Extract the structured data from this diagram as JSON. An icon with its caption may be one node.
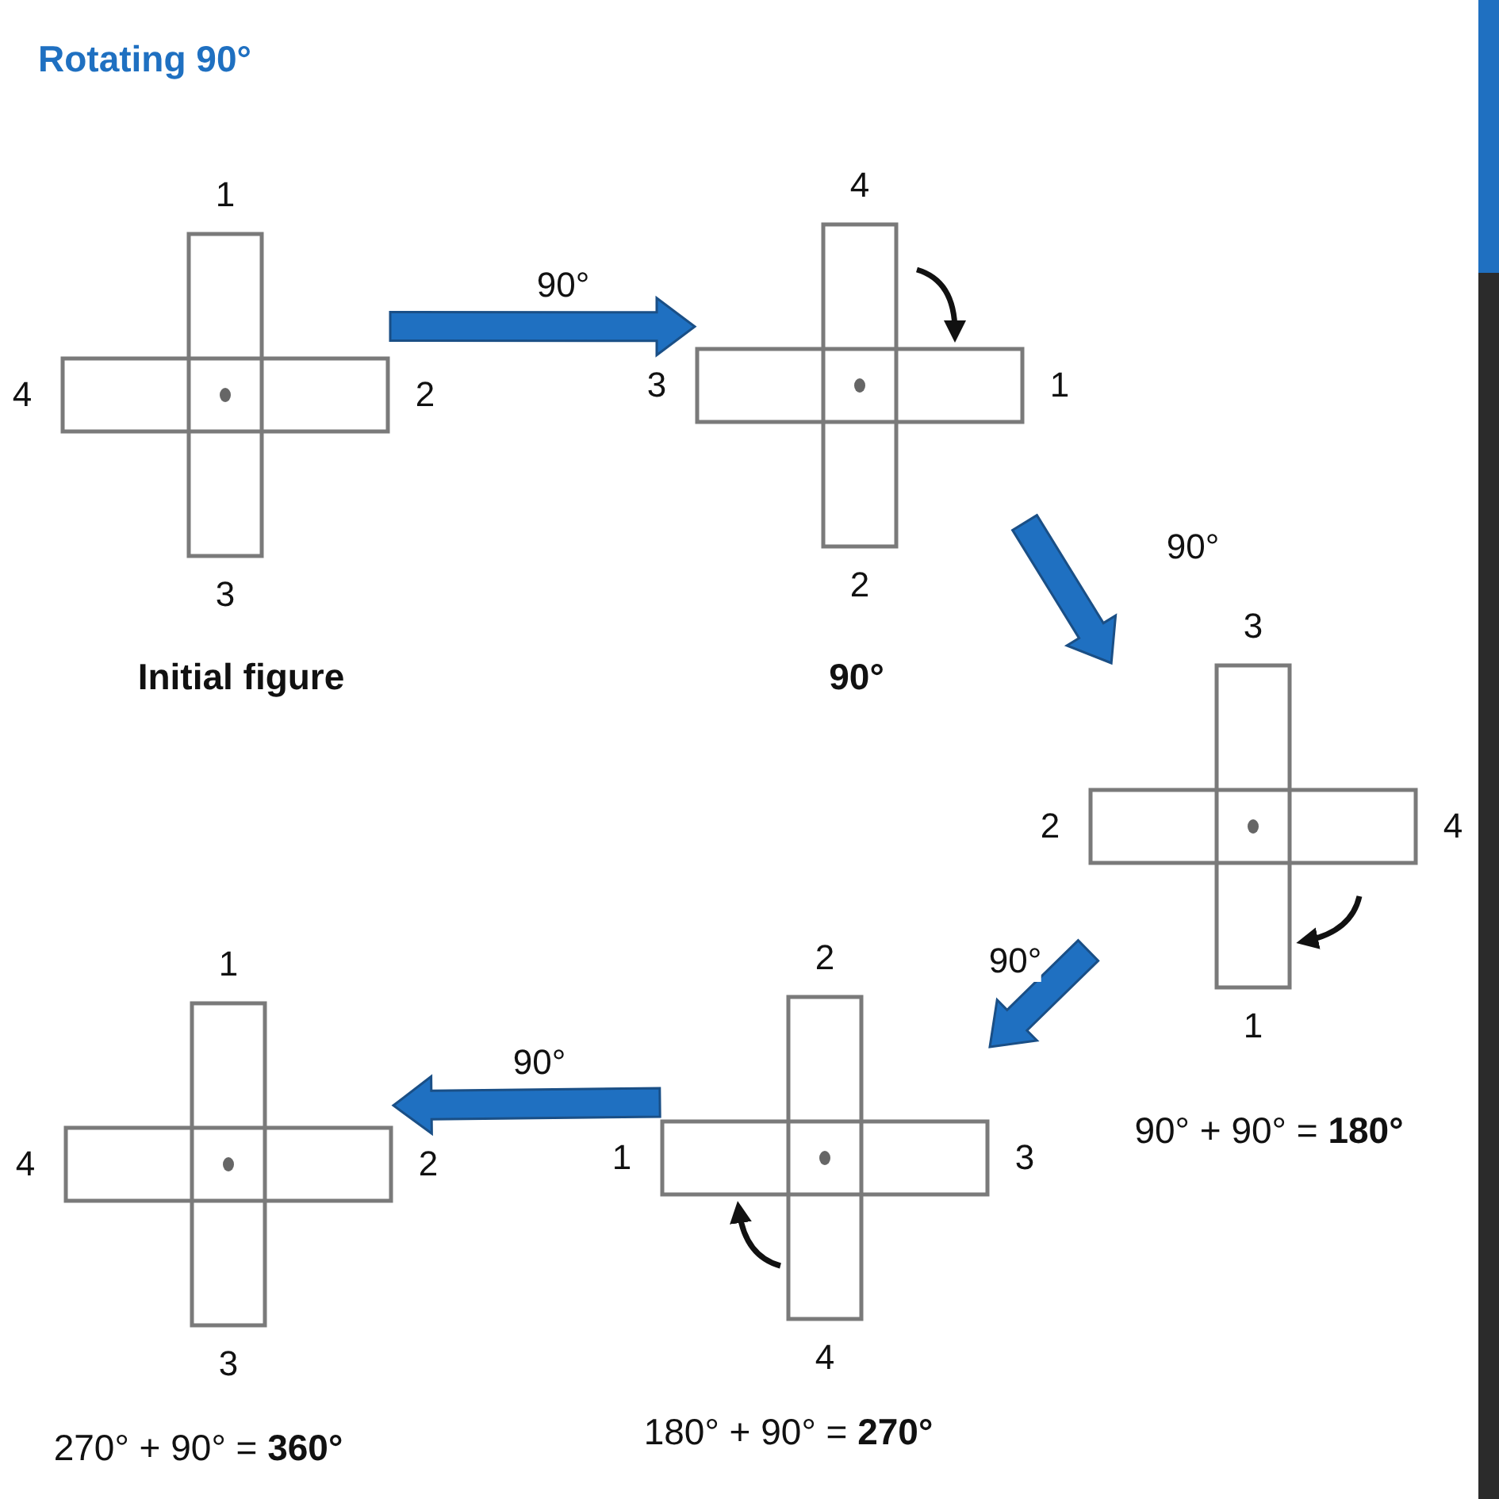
{
  "diagram": {
    "title": "Rotating 90°",
    "nodes": [
      {
        "text": [],
        "shape": "cross",
        "beside": [
          "1",
          "4",
          "2",
          "3",
          "Initial figure"
        ]
      },
      {
        "text": [],
        "shape": "cross",
        "beside": [
          "4",
          "3",
          "1",
          "2",
          "90°"
        ]
      },
      {
        "text": [],
        "shape": "cross",
        "beside": [
          "3",
          "2",
          "4",
          "1",
          "90° + 90° = **180°**"
        ]
      },
      {
        "text": [],
        "shape": "cross",
        "beside": [
          "2",
          "1",
          "3",
          "4",
          "180° + 90° = **270°**"
        ]
      },
      {
        "text": [],
        "shape": "cross",
        "beside": [
          "1",
          "4",
          "2",
          "3",
          "270° + 90° = **360°**"
        ]
      }
    ],
    "edges": [
      {
        "from": 0,
        "to": 1,
        "arrow": "to",
        "label": "90°",
        "style": "thick"
      },
      {
        "from": 1,
        "to": 2,
        "arrow": "to",
        "label": "90°",
        "style": "thick"
      },
      {
        "from": 2,
        "to": 3,
        "arrow": "to",
        "label": "90°",
        "style": "thick"
      },
      {
        "from": 3,
        "to": 4,
        "arrow": "to",
        "label": "90°",
        "style": "thick"
      }
    ]
  }
}
